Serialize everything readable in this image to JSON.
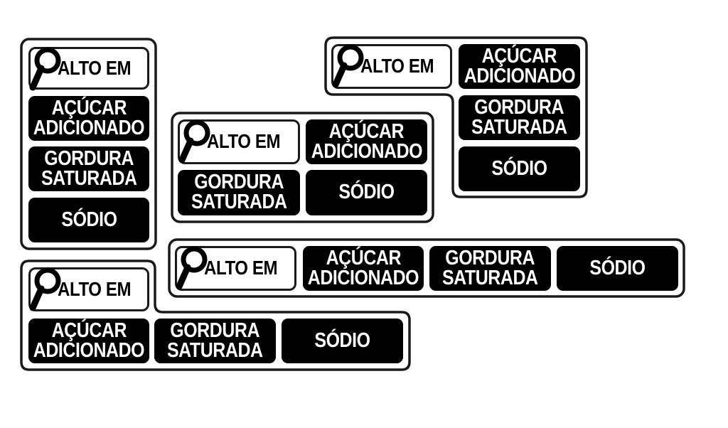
{
  "colors": {
    "background": "#ffffff",
    "label_fill": "#000000",
    "label_text": "#ffffff",
    "outline": "#1a1a1a"
  },
  "icons": {
    "alto_em": "magnifying-glass-icon"
  },
  "labels": {
    "alto_em": "ALTO EM",
    "acucar_line1": "AÇÚCAR",
    "acucar_line2": "ADICIONADO",
    "gordura_line1": "GORDURA",
    "gordura_line2": "SATURADA",
    "sodio": "SÓDIO"
  }
}
